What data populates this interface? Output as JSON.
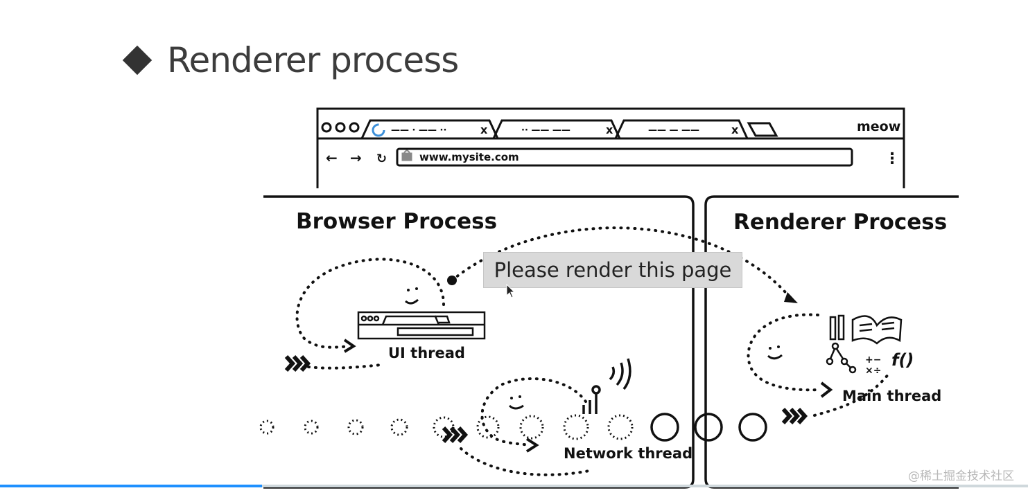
{
  "slide": {
    "title": "Renderer process"
  },
  "browser": {
    "window_label": "meow",
    "tabs": [
      {
        "label": "—— · —— ··"
      },
      {
        "label": "·· —— ——"
      },
      {
        "label": "—— — ——"
      }
    ],
    "tab_close": "x",
    "url": "www.mysite.com",
    "nav": {
      "back": "←",
      "forward": "→",
      "reload": "↻",
      "menu": "⋮"
    }
  },
  "diagram": {
    "browser_process_label": "Browser Process",
    "renderer_process_label": "Renderer Process",
    "ui_thread_label": "UI thread",
    "network_thread_label": "Network thread",
    "main_thread_label": "Main thread",
    "message": "Please render this page",
    "math_symbols": "+−\n×÷",
    "function_symbol": "f()"
  },
  "video": {
    "progress_fraction": 0.255
  },
  "watermark": "@稀土掘金技术社区"
}
